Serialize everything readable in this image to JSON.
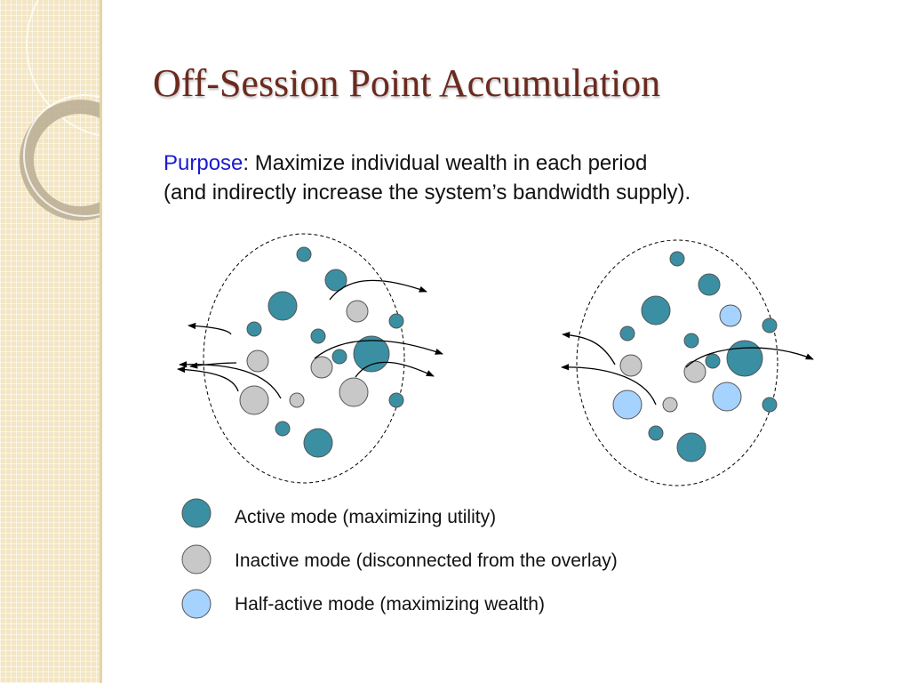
{
  "slide": {
    "title": "Off-Session Point Accumulation",
    "purpose_label": "Purpose",
    "purpose_line1": ": Maximize individual wealth in each period",
    "purpose_line2": "(and indirectly increase the system’s bandwidth supply)."
  },
  "colors": {
    "title": "#6b2a1f",
    "purpose_keyword": "#1b1bd0",
    "active": "#3a8fa3",
    "inactive": "#c8c8c8",
    "half_active": "#a6d2ff",
    "side_strip": "#f3e6c4"
  },
  "legend": [
    {
      "mode": "active",
      "label": "Active mode (maximizing utility)"
    },
    {
      "mode": "inactive",
      "label": "Inactive mode (disconnected from the overlay)"
    },
    {
      "mode": "half_active",
      "label": "Half-active mode (maximizing wealth)"
    }
  ],
  "diagrams": [
    {
      "name": "left-cluster",
      "nodes": [
        "active",
        "active",
        "active",
        "inactive",
        "active",
        "active",
        "active",
        "active",
        "active",
        "inactive",
        "inactive",
        "inactive",
        "inactive",
        "inactive",
        "active",
        "active",
        "active"
      ]
    },
    {
      "name": "right-cluster",
      "nodes": [
        "active",
        "active",
        "active",
        "half_active",
        "active",
        "active",
        "active",
        "active",
        "active",
        "inactive",
        "inactive",
        "half_active",
        "half_active",
        "inactive",
        "active",
        "active",
        "active"
      ]
    }
  ]
}
